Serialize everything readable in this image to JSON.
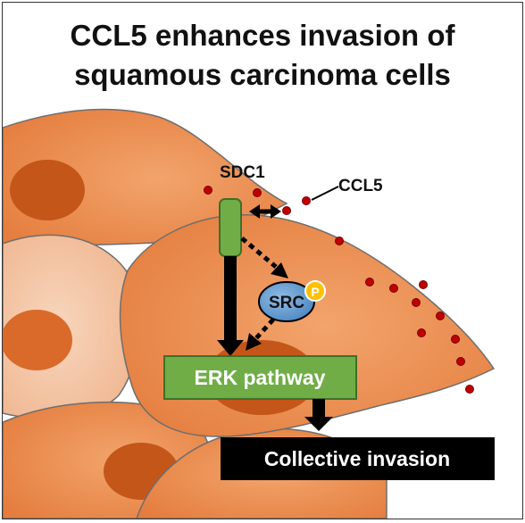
{
  "title": {
    "line1": "CCL5 enhances invasion of",
    "line2": "squamous carcinoma cells"
  },
  "labels": {
    "receptor": "SDC1",
    "ligand": "CCL5",
    "kinase": "SRC",
    "phospho": "P",
    "pathway": "ERK pathway",
    "outcome": "Collective invasion"
  },
  "colors": {
    "cell_fill": "#ea8a4f",
    "cell_fill_light": "#f4c3a2",
    "cell_outline": "#6e6e6e",
    "nucleus": "#c5561a",
    "receptor": "#70ad47",
    "src": "#5b9bd5",
    "phospho": "#ffc000",
    "ligand_dot": "#c00000",
    "pathway_box": "#70ad47",
    "outcome_box": "#000000"
  }
}
